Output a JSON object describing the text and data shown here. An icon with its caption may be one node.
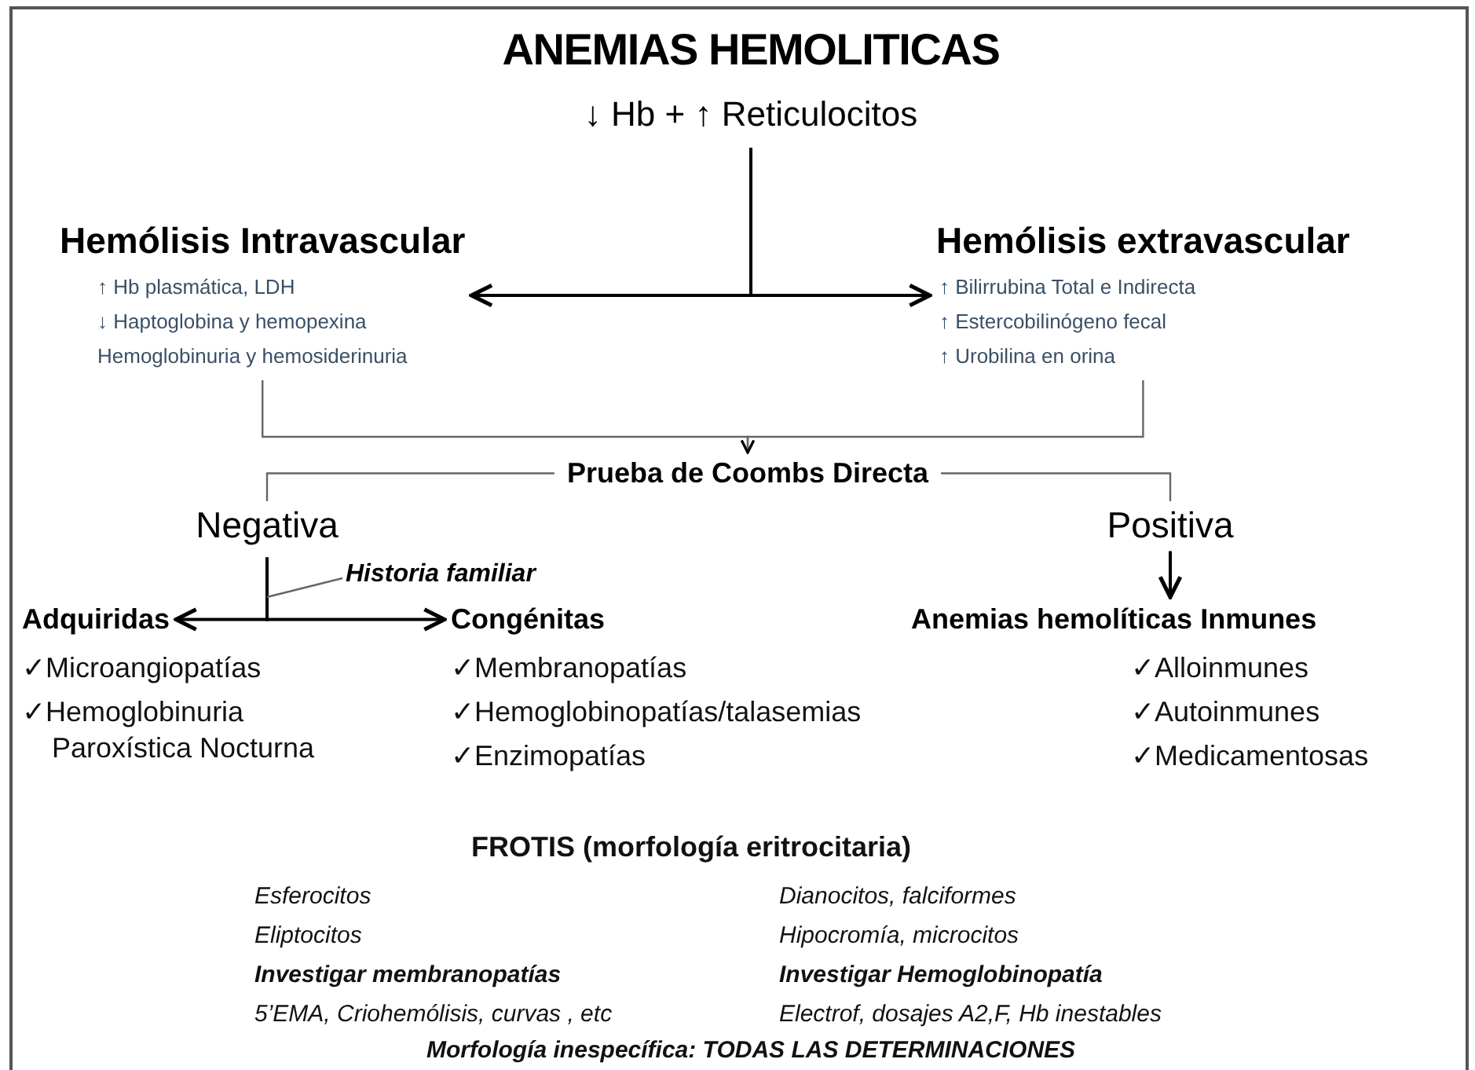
{
  "diagram": {
    "title": "ANEMIAS HEMOLITICAS",
    "nodes": [
      {
        "text": [
          "↓ Hb  + ↑ Reticulocitos"
        ]
      },
      {
        "text": [
          "Hemólisis Intravascular",
          "↑ Hb plasmática, LDH",
          "↓ Haptoglobina y hemopexina",
          "Hemoglobinuria y hemosiderinuria"
        ]
      },
      {
        "text": [
          "Hemólisis extravascular",
          "↑ Bilirrubina Total e Indirecta",
          "↑ Estercobilinógeno fecal",
          "↑ Urobilina en orina"
        ]
      },
      {
        "text": [
          "Prueba de Coombs Directa"
        ]
      },
      {
        "text": [
          "Negativa"
        ]
      },
      {
        "text": [
          "Positiva"
        ]
      },
      {
        "text": [
          "Adquiridas"
        ]
      },
      {
        "text": [
          "Congénitas"
        ]
      },
      {
        "text": [
          "Anemias hemolíticas  Inmunes"
        ]
      },
      {
        "text": [
          "Historia familiar"
        ]
      }
    ],
    "edges": [
      {
        "from": 0,
        "to": 1,
        "arrow": "to"
      },
      {
        "from": 0,
        "to": 2,
        "arrow": "to"
      },
      {
        "from": 1,
        "to": 3,
        "arrow": "to",
        "color": "#666666"
      },
      {
        "from": 2,
        "to": 3,
        "arrow": "to",
        "color": "#666666"
      },
      {
        "from": 3,
        "to": 4,
        "arrow": "none",
        "color": "#666666"
      },
      {
        "from": 3,
        "to": 5,
        "arrow": "none",
        "color": "#666666"
      },
      {
        "from": 4,
        "to": 6,
        "arrow": "to"
      },
      {
        "from": 4,
        "to": 7,
        "arrow": "to"
      },
      {
        "from": 5,
        "to": 8,
        "arrow": "to"
      },
      {
        "from": 9,
        "to": null,
        "arrow": "none",
        "color": "#666666"
      }
    ],
    "labels": [
      "✓Microangiopatías",
      "✓Hemoglobinuria Paroxística Nocturna",
      "✓Membranopatías",
      "✓Hemoglobinopatías/talasemias",
      "✓Enzimopatías",
      "✓Alloinmunes",
      "✓Autoinmunes",
      "✓Medicamentosas",
      "FROTIS (morfología eritrocitaria)",
      "Esferocitos",
      "Dianocitos, falciformes",
      "Eliptocitos",
      "Hipocromía, microcitos",
      "Investigar  membranopatías",
      "Investigar Hemoglobinopatía",
      "5’EMA, Criohemólisis, curvas , etc",
      "Electrof, dosajes A2,F,  Hb inestables",
      "Morfología inespecífica: TODAS LAS DETERMINACIONES"
    ]
  }
}
